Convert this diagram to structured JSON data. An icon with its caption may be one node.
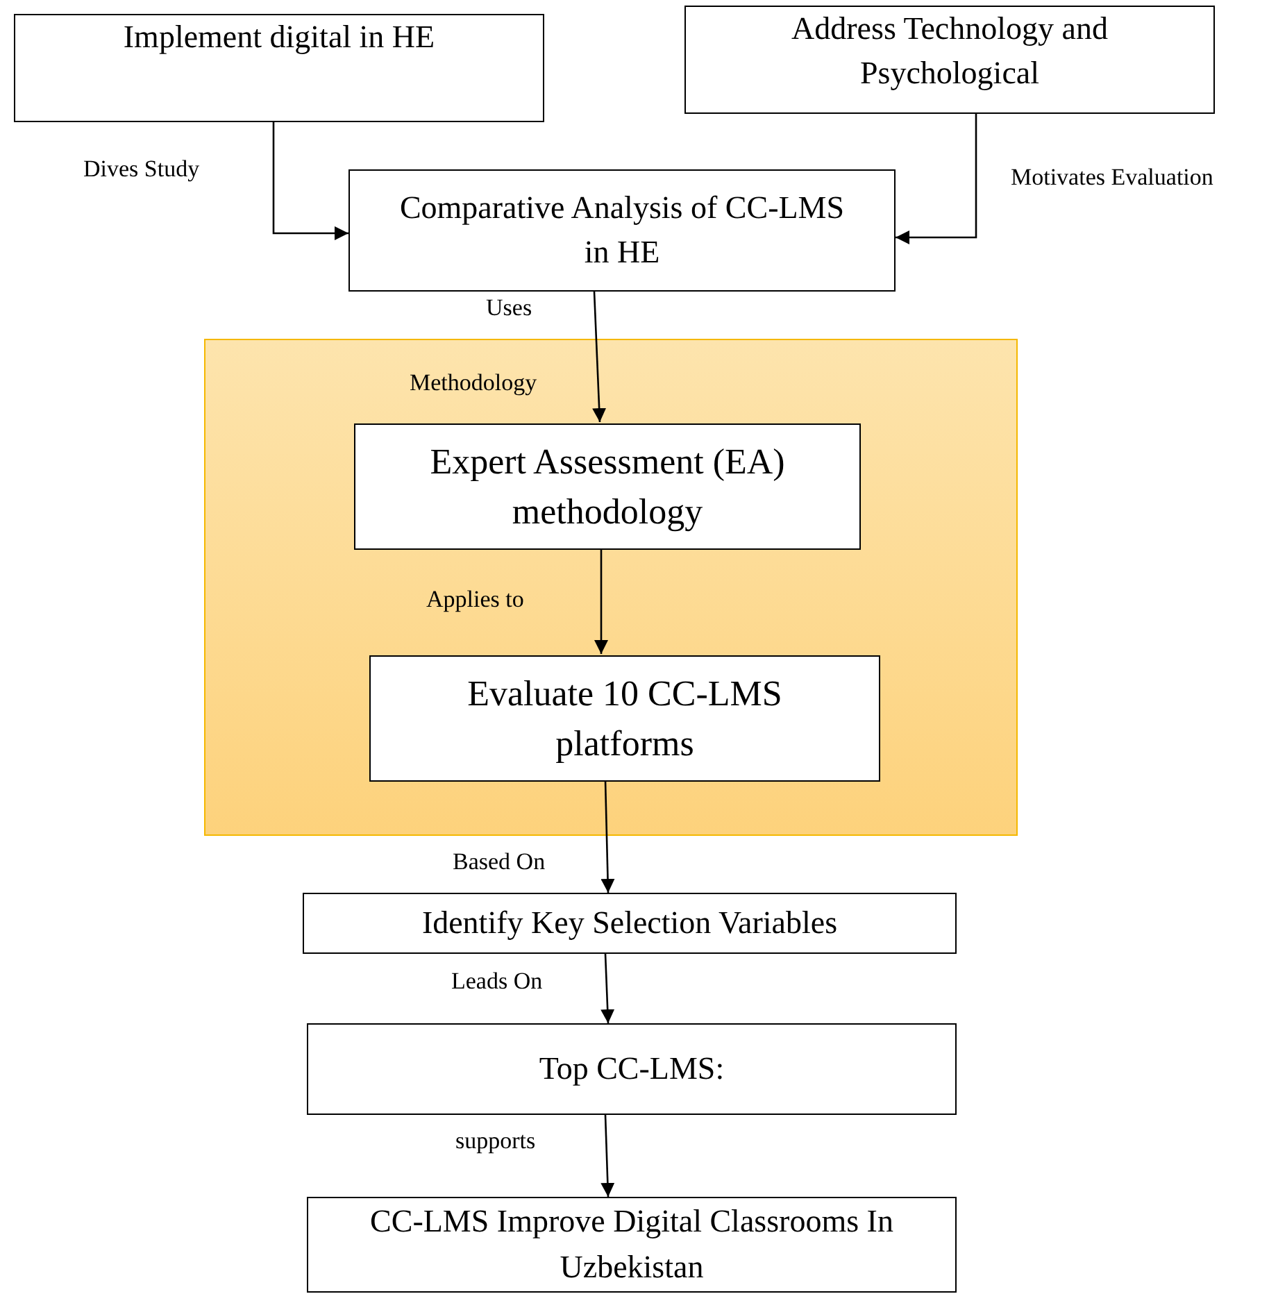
{
  "diagram": {
    "nodes": [
      {
        "text": [
          "Implement digital in HE"
        ]
      },
      {
        "text": [
          "Address Technology and Psychological"
        ]
      },
      {
        "text": [
          "Comparative Analysis of CC-LMS in HE"
        ]
      },
      {
        "text": [
          "Methodology"
        ]
      },
      {
        "text": [
          "Expert Assessment (EA) methodology"
        ],
        "in": 3
      },
      {
        "text": [
          "Evaluate 10 CC-LMS platforms"
        ],
        "in": 3
      },
      {
        "text": [
          "Identify Key Selection Variables"
        ]
      },
      {
        "text": [
          "Top CC-LMS:"
        ]
      },
      {
        "text": [
          "CC-LMS Improve Digital Classrooms In Uzbekistan"
        ]
      }
    ],
    "edges": [
      {
        "from": 0,
        "to": 2,
        "arrow": "to",
        "label": "Dives Study"
      },
      {
        "from": 1,
        "to": 2,
        "arrow": "to",
        "label": "Motivates Evaluation"
      },
      {
        "from": 2,
        "to": 4,
        "arrow": "to",
        "label": "Uses"
      },
      {
        "from": 4,
        "to": 5,
        "arrow": "to",
        "label": "Applies to"
      },
      {
        "from": 5,
        "to": 6,
        "arrow": "to",
        "label": "Based On"
      },
      {
        "from": 6,
        "to": 7,
        "arrow": "to",
        "label": "Leads On"
      },
      {
        "from": 7,
        "to": 8,
        "arrow": "to",
        "label": "supports"
      }
    ]
  }
}
